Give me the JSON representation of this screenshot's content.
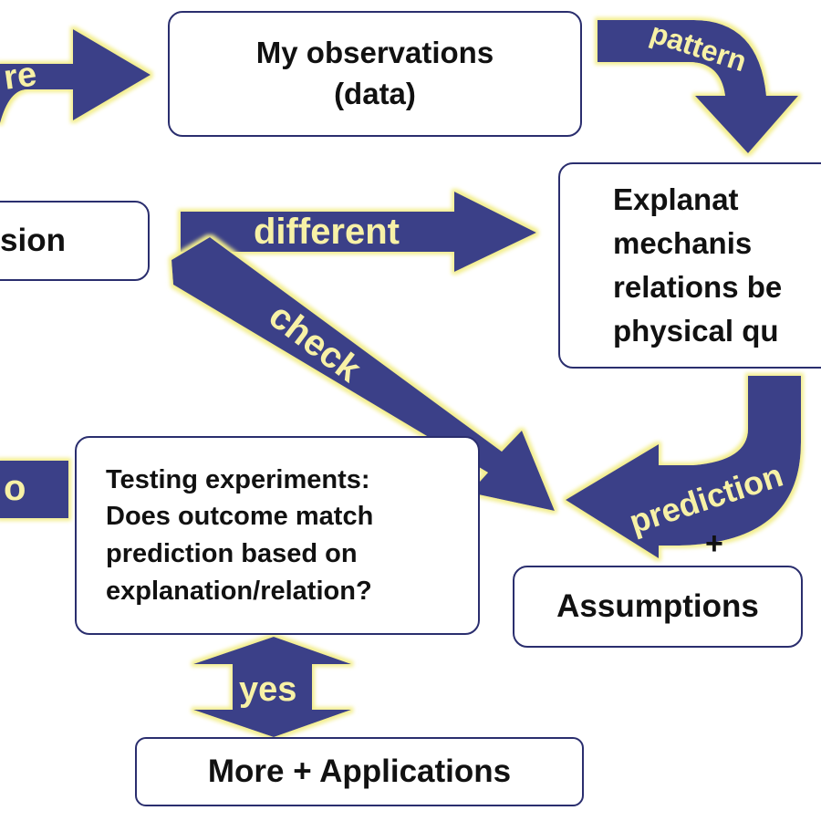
{
  "colors": {
    "arrow_fill": "#3a3f88",
    "arrow_glow": "#f3ee8e",
    "arrow_text": "#f7f1a6",
    "box_border": "#2a2e6e",
    "text": "#111111"
  },
  "boxes": {
    "observations": "My observations\n(data)",
    "explanation": "Explanat\nmechanis\nrelations be\nphysical qu",
    "revision": "sion",
    "testing": "Testing experiments:\nDoes outcome match\nprediction based on\nexplanation/relation?",
    "assumptions": "Assumptions",
    "applications": "More + Applications"
  },
  "arrows": {
    "top_left": "re",
    "pattern": "pattern",
    "different": "different",
    "check": "check",
    "prediction": "prediction",
    "no": "o",
    "yes": "yes"
  },
  "plus": "+"
}
